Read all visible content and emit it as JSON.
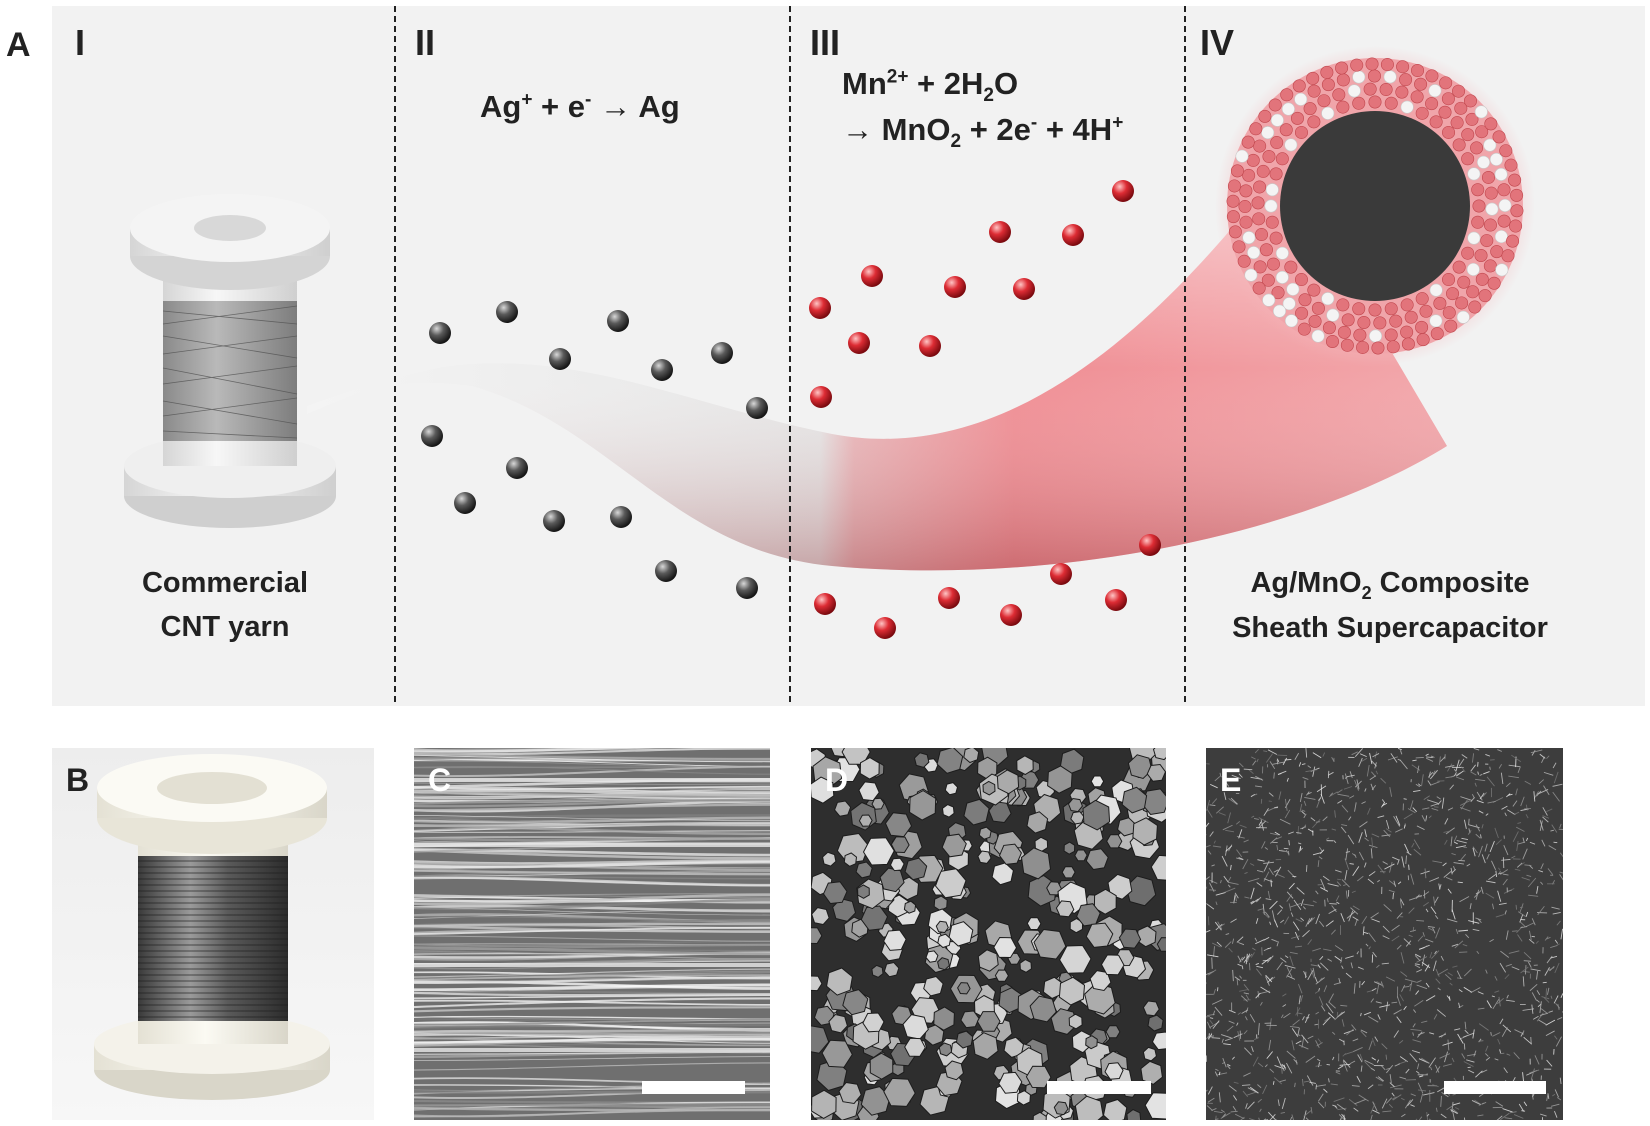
{
  "panel_a": {
    "letter": "A",
    "stages": [
      {
        "numeral": "I"
      },
      {
        "numeral": "II"
      },
      {
        "numeral": "III"
      },
      {
        "numeral": "IV"
      }
    ],
    "equation_ag": {
      "ion": "Ag",
      "ion_charge": "+",
      "mid": " + e",
      "electron": "-",
      "product": " → Ag"
    },
    "equation_mn": {
      "line1_a": "Mn",
      "line1_charge": "2+",
      "line1_b": " + 2H",
      "line1_sub": "2",
      "line1_c": "O",
      "line2_a": "→ MnO",
      "line2_sub": "2",
      "line2_b": " + 2e",
      "line2_sup": "-",
      "line2_c": " + 4H",
      "line2_charge": "+"
    },
    "caption_left": {
      "line1": "Commercial",
      "line2": "CNT yarn"
    },
    "caption_right": {
      "line1_a": "Ag/MnO",
      "line1_sub": "2",
      "line1_b": " Composite",
      "line2": "Sheath Supercapacitor"
    }
  },
  "photos": [
    {
      "letter": "B"
    },
    {
      "letter": "C"
    },
    {
      "letter": "D"
    },
    {
      "letter": "E"
    }
  ],
  "colors": {
    "panel_bg": "#f2f2f2",
    "ag_particle": "#3a3a3a",
    "mno2_particle": "#d8262e",
    "fiber_white": "#ececec",
    "fiber_red": "#e9606a",
    "core": "#3a3a3a"
  }
}
